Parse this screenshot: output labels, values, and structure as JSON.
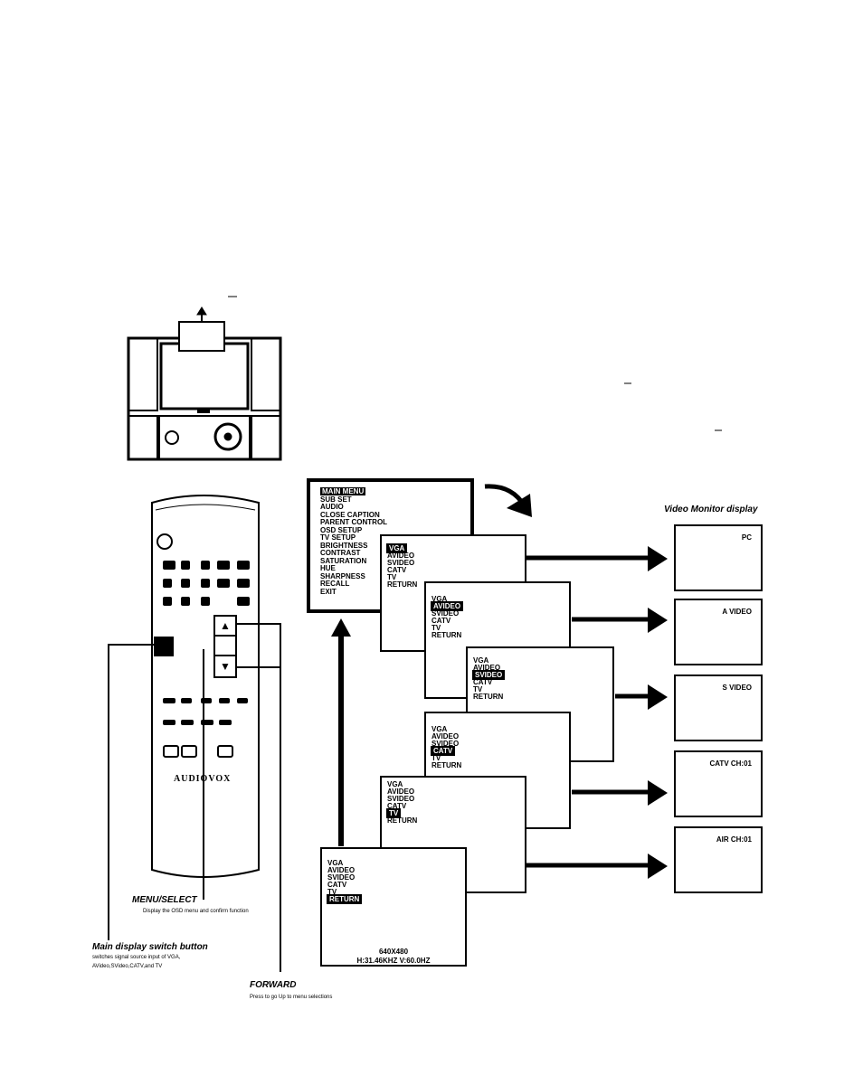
{
  "main_menu": {
    "title": "MAIN MENU",
    "items": [
      "SUB SET",
      "AUDIO",
      "CLOSE CAPTION",
      "PARENT CONTROL",
      "OSD SETUP",
      "TV SETUP",
      "BRIGHTNESS",
      "CONTRAST",
      "SATURATION",
      "HUE",
      "SHARPNESS",
      "RECALL",
      "EXIT"
    ]
  },
  "source_menus": [
    {
      "items": [
        "VGA",
        "AVIDEO",
        "SVIDEO",
        "CATV",
        "TV",
        "RETURN"
      ],
      "selected": 0
    },
    {
      "items": [
        "VGA",
        "AVIDEO",
        "SVIDEO",
        "CATV",
        "TV",
        "RETURN"
      ],
      "selected": 1
    },
    {
      "items": [
        "VGA",
        "AVIDEO",
        "SVIDEO",
        "CATV",
        "TV",
        "RETURN"
      ],
      "selected": 2
    },
    {
      "items": [
        "VGA",
        "AVIDEO",
        "SVIDEO",
        "CATV",
        "TV",
        "RETURN"
      ],
      "selected": 3
    },
    {
      "items": [
        "VGA",
        "AVIDEO",
        "SVIDEO",
        "CATV",
        "TV",
        "RETURN"
      ],
      "selected": 4
    },
    {
      "items": [
        "VGA",
        "AVIDEO",
        "SVIDEO",
        "CATV",
        "TV",
        "RETURN"
      ],
      "selected": 5
    }
  ],
  "bottom_menu_footer": {
    "line1": "640X480",
    "line2": "H:31.46KHZ  V:60.0HZ"
  },
  "monitor_header": "Video Monitor display",
  "monitors": [
    "PC",
    "A VIDEO",
    "S VIDEO",
    "CATV CH:01",
    "AIR CH:01"
  ],
  "remote_brand": "AUDIOVOX",
  "callouts": {
    "menu_select_title": "MENU/SELECT",
    "menu_select_desc": "Display the OSD menu and confirm function",
    "main_display_title": "Main display switch button",
    "main_display_desc1": "switches signal source input of VGA,",
    "main_display_desc2": "AVideo,SVideo,CATV,and TV",
    "forward_title": "FORWARD",
    "forward_desc": "Press to go Up to menu selections"
  }
}
